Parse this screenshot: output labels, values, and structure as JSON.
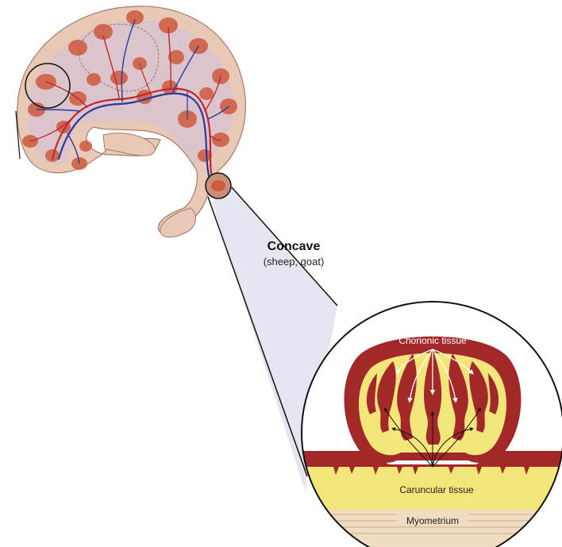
{
  "diagram": {
    "placenta_type": {
      "title": "Concave",
      "subtitle": "(sheep, goat)"
    },
    "labels": {
      "chorionic": "Chorionic tissue",
      "caruncular": "Caruncular tissue",
      "myometrium": "Myometrium"
    },
    "colors": {
      "uterus_fill": "#e8c9b6",
      "membrane_fill": "#d8c3cf",
      "cotyledon": "#cf5a3d",
      "artery": "#c0272d",
      "vein": "#2b3a9a",
      "chorion_dark": "#a3282a",
      "caruncle_yellow": "#f2e67a",
      "callout_fill": "#e4e4ee",
      "myometrium_fill": "#f0dcc0"
    }
  }
}
